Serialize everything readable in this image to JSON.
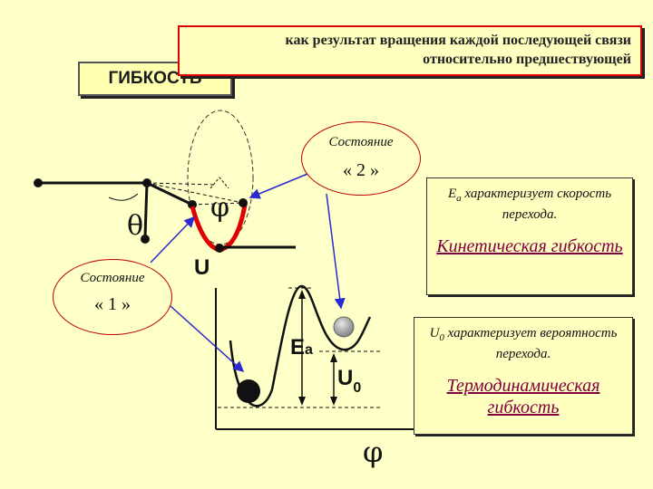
{
  "title": "ГИБКОСТЬ",
  "note": {
    "line1": "как результат вращения каждой последующей связи",
    "line2": "относительно предшествующей"
  },
  "states": {
    "state2_label": "Состояние",
    "state2_num": "« 2 »",
    "state1_label": "Состояние",
    "state1_num": "« 1 »"
  },
  "symbols": {
    "theta": "θ",
    "phi_top": "φ",
    "u_axis": "U",
    "ea": "E",
    "ea_sub": "a",
    "u0": "U",
    "u0_sub": "0",
    "phi_axis": "φ"
  },
  "kinetic": {
    "desc_main": "E",
    "desc_sub": "a",
    "desc_rest": " характеризует скорость перехода.",
    "link": "Кинетическая гибкость"
  },
  "thermo": {
    "desc_main": "U",
    "desc_sub": "0",
    "desc_rest": " характеризует вероятность перехода.",
    "link": "Термодинамическая гибкость"
  },
  "colors": {
    "chain_red": "#e00000",
    "arrow_blue": "#2a2ad0",
    "link_color": "#800040"
  }
}
